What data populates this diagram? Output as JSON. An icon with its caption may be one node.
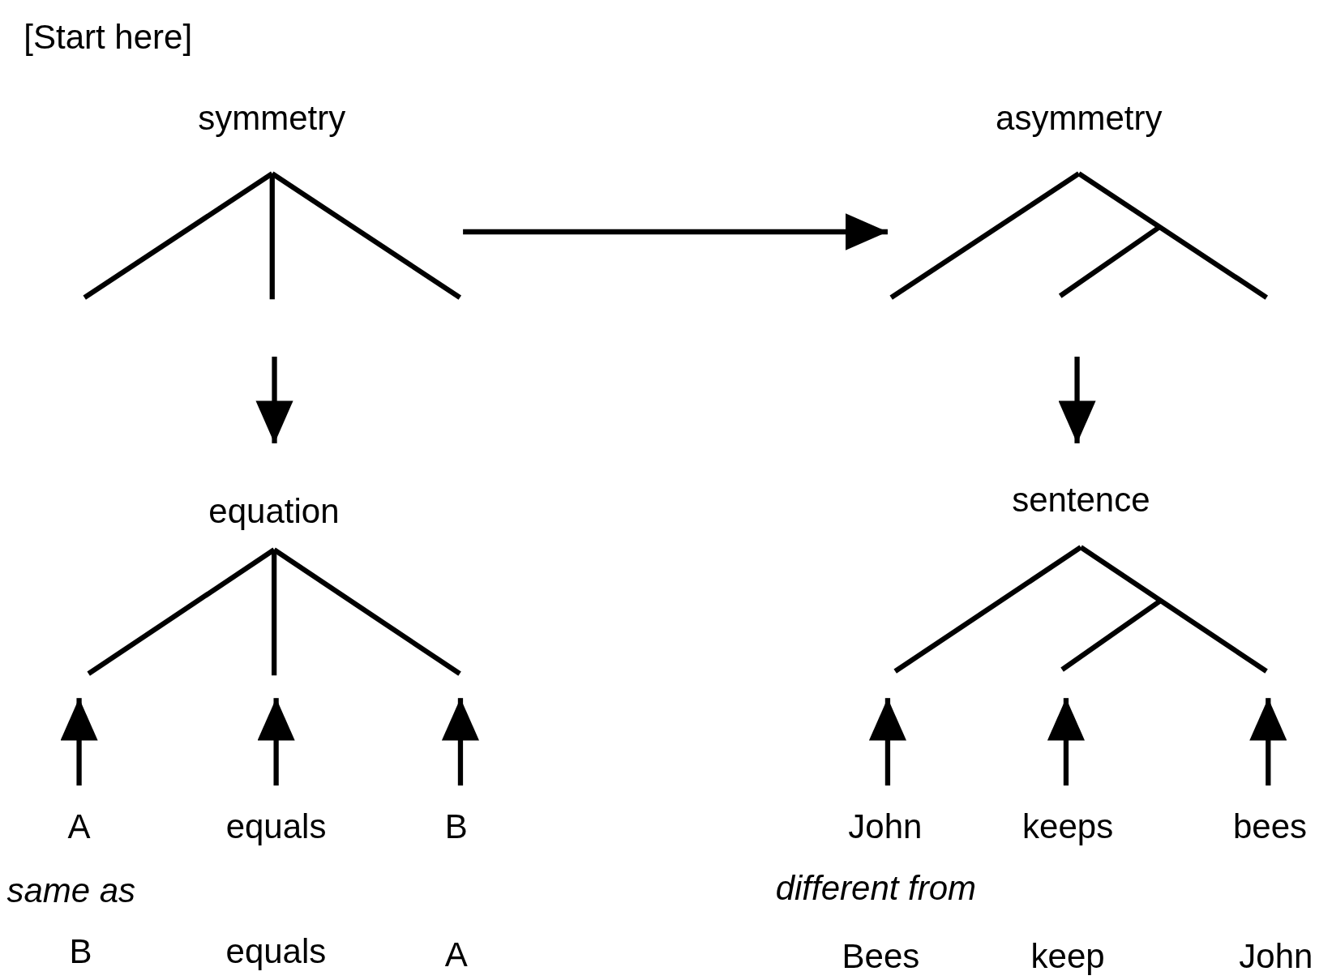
{
  "diagram": {
    "nodes": [
      {
        "text": [
          "symmetry"
        ]
      },
      {
        "text": [
          "asymmetry"
        ]
      },
      {
        "text": [
          "equation"
        ]
      },
      {
        "text": [
          "sentence"
        ]
      },
      {
        "text": [
          "A"
        ]
      },
      {
        "text": [
          "equals"
        ]
      },
      {
        "text": [
          "B"
        ]
      },
      {
        "text": [
          "John"
        ]
      },
      {
        "text": [
          "keeps"
        ]
      },
      {
        "text": [
          "bees"
        ]
      }
    ],
    "edges": [
      {
        "from": 0,
        "to": 1,
        "arrow": "to"
      },
      {
        "from": 0,
        "to": 2,
        "arrow": "to"
      },
      {
        "from": 1,
        "to": 3,
        "arrow": "to"
      },
      {
        "from": 4,
        "to": 2,
        "arrow": "to"
      },
      {
        "from": 5,
        "to": 2,
        "arrow": "to"
      },
      {
        "from": 6,
        "to": 2,
        "arrow": "to"
      },
      {
        "from": 7,
        "to": 3,
        "arrow": "to"
      },
      {
        "from": 8,
        "to": 3,
        "arrow": "to"
      },
      {
        "from": 9,
        "to": 3,
        "arrow": "to"
      }
    ],
    "labels": [
      "[Start here]",
      "same as",
      "B",
      "equals",
      "A",
      "different from",
      "Bees",
      "keep",
      "John"
    ]
  }
}
